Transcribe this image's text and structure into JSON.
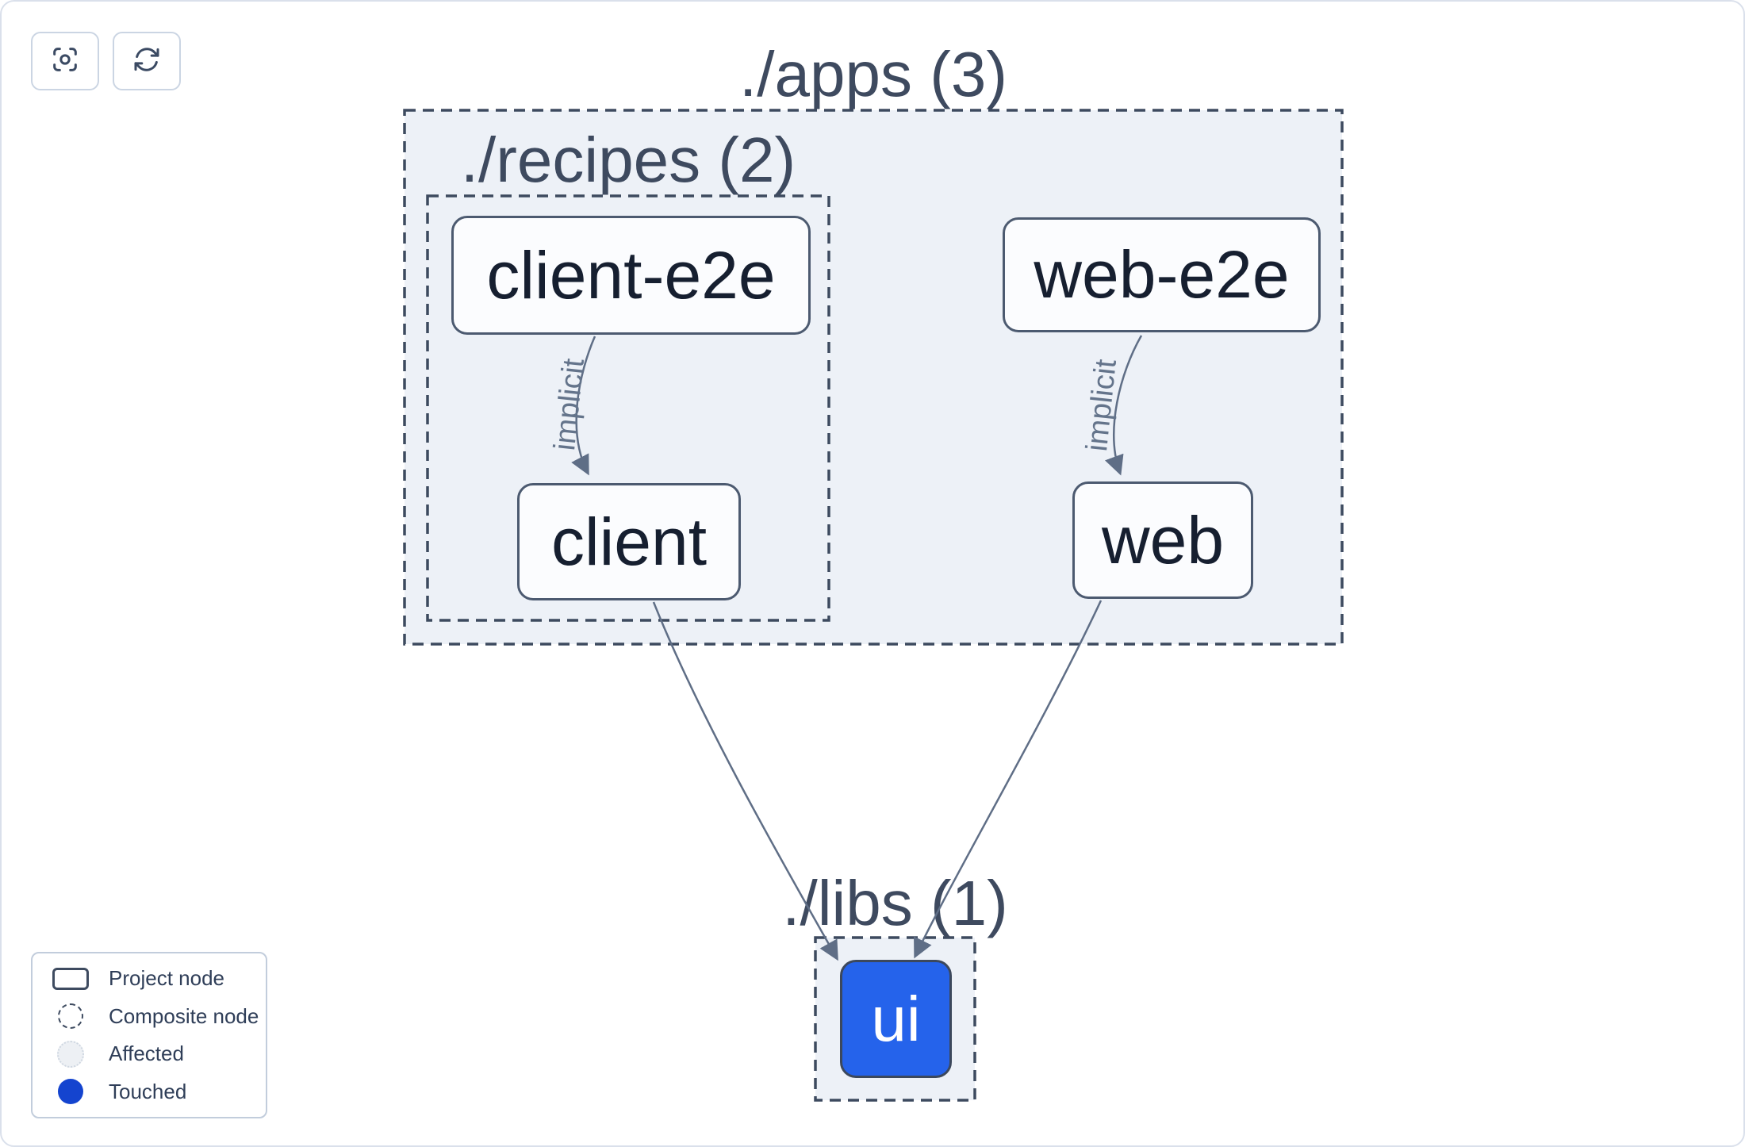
{
  "toolbar": {
    "buttons": [
      {
        "name": "center-graph",
        "icon": "focus-icon"
      },
      {
        "name": "refresh-graph",
        "icon": "refresh-icon"
      }
    ]
  },
  "graph": {
    "groups": [
      {
        "id": "apps",
        "label": "./apps (3)",
        "count": 3
      },
      {
        "id": "recipes",
        "label": "./recipes (2)",
        "count": 2
      },
      {
        "id": "libs",
        "label": "./libs (1)",
        "count": 1
      }
    ],
    "nodes": [
      {
        "id": "client-e2e",
        "label": "client-e2e",
        "state": "default"
      },
      {
        "id": "web-e2e",
        "label": "web-e2e",
        "state": "default"
      },
      {
        "id": "client",
        "label": "client",
        "state": "default"
      },
      {
        "id": "web",
        "label": "web",
        "state": "default"
      },
      {
        "id": "ui",
        "label": "ui",
        "state": "touched"
      }
    ],
    "edges": [
      {
        "source": "client-e2e",
        "target": "client",
        "label": "implicit"
      },
      {
        "source": "web-e2e",
        "target": "web",
        "label": "implicit"
      },
      {
        "source": "client",
        "target": "ui",
        "label": ""
      },
      {
        "source": "web",
        "target": "ui",
        "label": ""
      }
    ]
  },
  "legend": {
    "items": [
      {
        "swatch": "project-node",
        "label": "Project node"
      },
      {
        "swatch": "composite-node",
        "label": "Composite node"
      },
      {
        "swatch": "affected",
        "label": "Affected"
      },
      {
        "swatch": "touched",
        "label": "Touched"
      }
    ]
  },
  "colors": {
    "touched_node_fill": "#2563eb",
    "legend_touched_fill": "#1444cf",
    "container_fill": "#edf1f7",
    "dashed_border": "#3d4a5f",
    "edge_stroke": "#5f6e86",
    "node_border": "#4c5a70",
    "node_fill": "#fbfcfe",
    "node_text": "#161f30",
    "title_text": "#3e4a5f"
  }
}
